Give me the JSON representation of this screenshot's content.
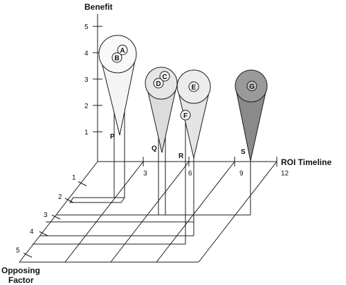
{
  "axes": {
    "benefit": {
      "title": "Benefit",
      "ticks": [
        "1",
        "2",
        "3",
        "4",
        "5"
      ]
    },
    "roi": {
      "title": "ROI Timeline",
      "ticks": [
        "3",
        "6",
        "9",
        "12"
      ]
    },
    "opposing": {
      "title_line1": "Opposing",
      "title_line2": "Factor",
      "ticks": [
        "1",
        "2",
        "3",
        "4",
        "5"
      ]
    }
  },
  "cones": [
    {
      "id": "P",
      "label": "P",
      "fill": "#f2f2f2",
      "circles": [
        "A",
        "B"
      ]
    },
    {
      "id": "Q",
      "label": "Q",
      "fill": "#dcdcdc",
      "circles": [
        "C",
        "D"
      ]
    },
    {
      "id": "R",
      "label": "R",
      "fill": "#e4e4e4",
      "circles": [
        "E",
        "F"
      ]
    },
    {
      "id": "S",
      "label": "S",
      "fill": "#8a8a8a",
      "circles": [
        "G"
      ]
    }
  ]
}
